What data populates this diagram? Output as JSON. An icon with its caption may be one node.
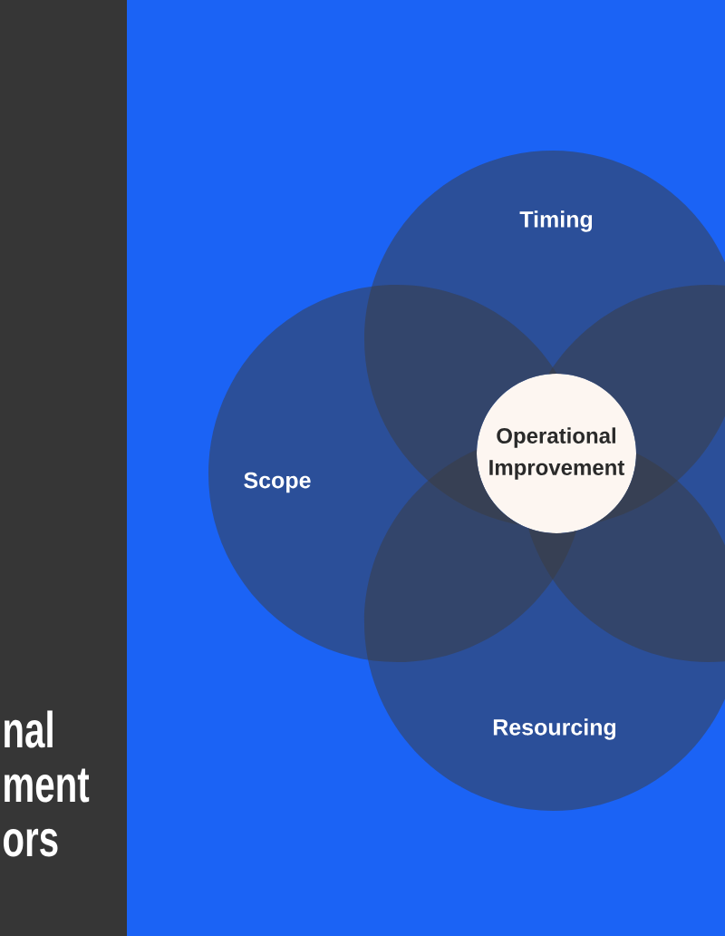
{
  "diagram": {
    "nodes": [
      {
        "text": [
          "Timing"
        ]
      },
      {
        "text": [
          "Scope"
        ]
      },
      {
        "text": [
          "Operational Improvement"
        ]
      },
      {
        "text": [],
        "shape": "circle"
      },
      {
        "text": [
          "Resourcing"
        ]
      }
    ],
    "labels": [
      "nal",
      "ment",
      "ors"
    ]
  }
}
